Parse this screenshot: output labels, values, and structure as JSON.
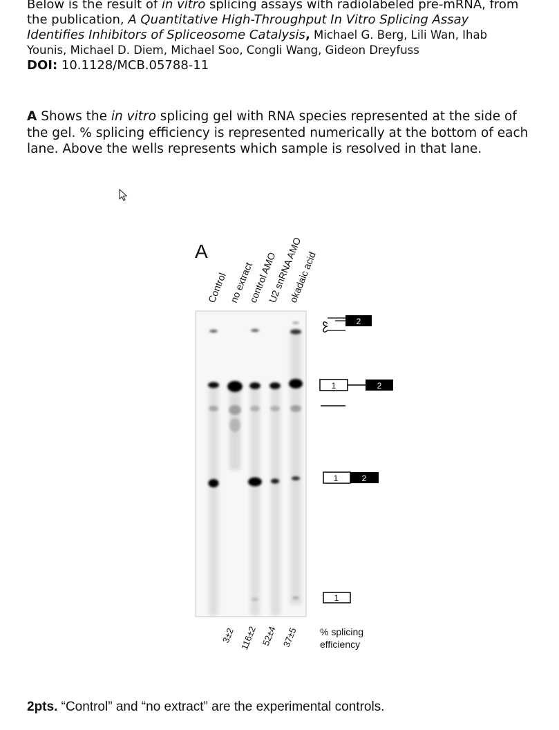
{
  "intro": {
    "line1_a": "Below is the result of ",
    "line1_em": "in vitro",
    "line1_b": " splicing assays with radiolabeled pre-mRNA, from",
    "line2_a": "the publication, ",
    "title_part1": "A Quantitative High-Throughput In Vitro Splicing Assay",
    "title_part2": "Identifies Inhibitors of Spliceosome Catalysis",
    "title_comma": ",",
    "authors_part1": " Michael G. Berg, Lili Wan, Ihab",
    "authors_part2": "Younis, Michael D. Diem, Michael Soo, Congli Wang, Gideon Dreyfuss",
    "doi_label": "DOI:",
    "doi_value": " 10.1128/MCB.05788-11"
  },
  "description": {
    "panel_letter": "A",
    "line1_a": " Shows the ",
    "line1_em": "in vitro",
    "line1_b": " splicing gel with RNA species represented at the side of",
    "line2": "the gel. % splicing efficiency is represented numerically at the bottom of each",
    "line3": "lane. Above the wells represents which sample is resolved in that lane."
  },
  "figure": {
    "panel_label": "A",
    "lanes": [
      "Control",
      "no extract",
      "control AMO",
      "U2 snRNA AMO",
      "okadaic acid"
    ],
    "efficiencies": [
      "3±2",
      "116±2",
      "52±4",
      "37±5"
    ],
    "efficiency_label_line1": "% splicing",
    "efficiency_label_line2": "efficiency",
    "exon1": "1",
    "exon2": "2"
  },
  "footer": {
    "points": "2pts.",
    "text": " “Control” and “no extract” are the experimental controls."
  },
  "icons": [
    "cursor-arrow-icon"
  ]
}
